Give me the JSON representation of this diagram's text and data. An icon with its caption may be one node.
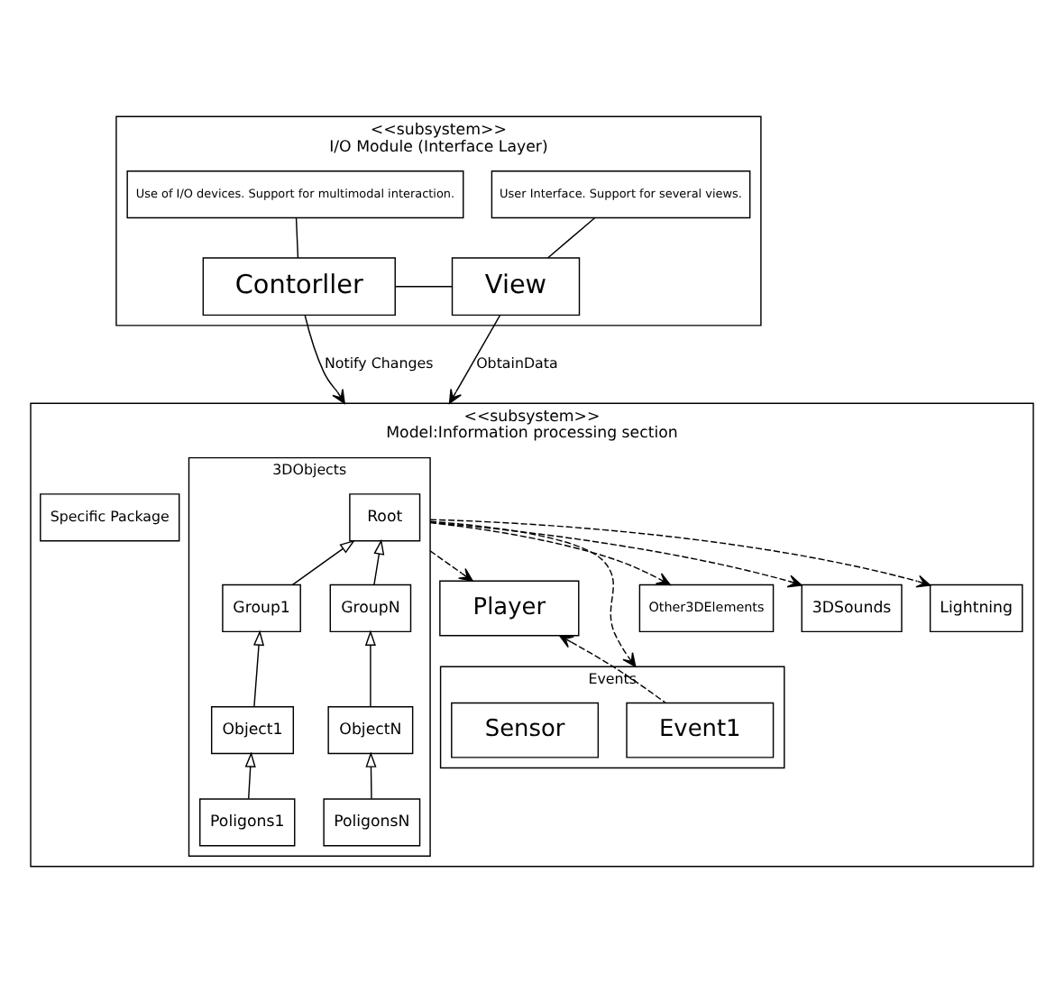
{
  "diagram": {
    "nodes": [
      {
        "text": [
          "<<subsystem>>",
          "I/O Module (Interface Layer)"
        ]
      },
      {
        "text": [
          "Use of I/O devices. Support for multimodal interaction."
        ],
        "in": 0
      },
      {
        "text": [
          "Contorller"
        ],
        "in": 0
      },
      {
        "text": [
          "View"
        ],
        "in": 0
      },
      {
        "text": [
          "User Interface. Support for several views."
        ],
        "in": 0
      },
      {
        "text": [
          "<<subsystem>>",
          "Model:Information processing section"
        ]
      },
      {
        "text": [
          "3DObjects"
        ],
        "in": 5
      },
      {
        "text": [
          "Root"
        ],
        "in": 6
      },
      {
        "text": [
          "Group1"
        ],
        "in": 6
      },
      {
        "text": [
          "GroupN"
        ],
        "in": 6
      },
      {
        "text": [
          "Object1"
        ],
        "in": 6
      },
      {
        "text": [
          "ObjectN"
        ],
        "in": 6
      },
      {
        "text": [
          "Poligons1"
        ],
        "in": 6
      },
      {
        "text": [
          "PoligonsN"
        ],
        "in": 6
      },
      {
        "text": [
          "Player"
        ],
        "in": 5
      },
      {
        "text": [
          "Events"
        ],
        "in": 5
      },
      {
        "text": [
          "Event1"
        ],
        "in": 15
      },
      {
        "text": [
          "Sensor"
        ],
        "in": 15
      },
      {
        "text": [
          "Other3DElements"
        ],
        "in": 5
      },
      {
        "text": [
          "3DSounds"
        ],
        "in": 5
      },
      {
        "text": [
          "Lightning"
        ],
        "in": 5
      },
      {
        "text": [
          "Specific Package"
        ],
        "in": 5
      }
    ],
    "edges": [
      {
        "from": 1,
        "to": 2,
        "arrow": "none"
      },
      {
        "from": 2,
        "to": 3,
        "arrow": "none"
      },
      {
        "from": 3,
        "to": 4,
        "arrow": "none"
      },
      {
        "from": 2,
        "to": 5,
        "arrow": "to",
        "label": "Notify Changes"
      },
      {
        "from": 3,
        "to": 5,
        "arrow": "to",
        "label": "ObtainData"
      },
      {
        "from": 8,
        "to": 7,
        "arrow": "to"
      },
      {
        "from": 9,
        "to": 7,
        "arrow": "to"
      },
      {
        "from": 10,
        "to": 8,
        "arrow": "to"
      },
      {
        "from": 11,
        "to": 9,
        "arrow": "to"
      },
      {
        "from": 12,
        "to": 10,
        "arrow": "to"
      },
      {
        "from": 13,
        "to": 11,
        "arrow": "to"
      },
      {
        "from": 6,
        "to": 14,
        "arrow": "to",
        "style": "dashed"
      },
      {
        "from": 6,
        "to": 15,
        "arrow": "to",
        "style": "dashed"
      },
      {
        "from": 16,
        "to": 14,
        "arrow": "to",
        "style": "dashed"
      },
      {
        "from": 6,
        "to": 18,
        "arrow": "to",
        "style": "dashed"
      },
      {
        "from": 6,
        "to": 19,
        "arrow": "to",
        "style": "dashed"
      },
      {
        "from": 6,
        "to": 20,
        "arrow": "to",
        "style": "dashed"
      }
    ]
  }
}
